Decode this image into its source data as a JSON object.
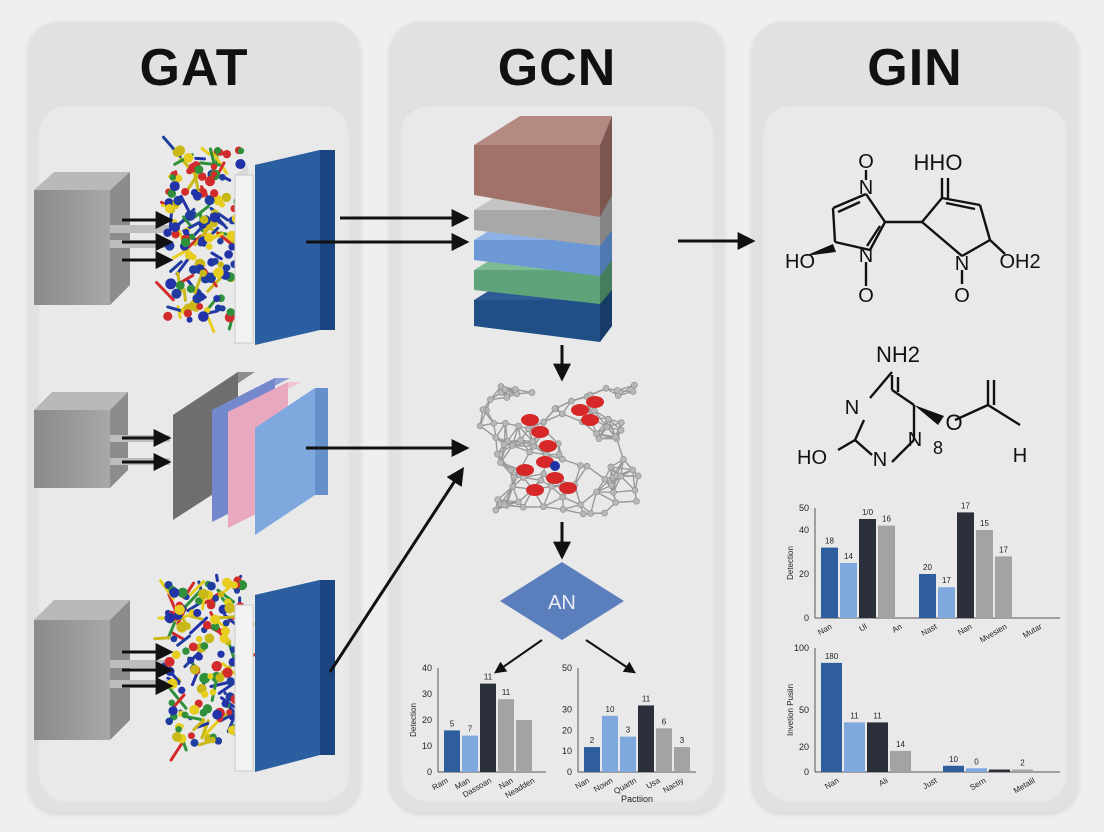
{
  "panels": {
    "gat": {
      "title": "GAT"
    },
    "gcn": {
      "title": "GCN"
    },
    "gin": {
      "title": "GIN"
    }
  },
  "gcn_node": {
    "label": "AN"
  },
  "molecule1": {
    "atoms": [
      "O",
      "HHO",
      "N",
      "HO",
      "N",
      "N",
      "OH2",
      "O",
      "O"
    ]
  },
  "molecule2": {
    "atoms": [
      "NH2",
      "N",
      "O",
      "HO",
      "N",
      "N",
      "8",
      "H"
    ]
  },
  "colors": {
    "dark_blue": "#2f5e9e",
    "light_blue": "#7fa8df",
    "near_black": "#2b2f3a",
    "gray": "#a3a3a3",
    "stack_brown": "#a0726a",
    "stack_green": "#5ea37a",
    "stack_blue": "#1f4f86"
  },
  "chart_data": [
    {
      "id": "gcn-left",
      "type": "bar",
      "ylabel": "Detection",
      "ylim": [
        0,
        40
      ],
      "yticks": [
        0,
        10,
        20,
        30,
        40
      ],
      "categories": [
        "Ram",
        "Man",
        "Dassoan",
        "Nan",
        "Neadden"
      ],
      "values": [
        16,
        14,
        34,
        28,
        20
      ],
      "bar_labels": [
        "5",
        "7",
        "11",
        "11",
        ""
      ],
      "bar_colors": [
        "#2f5e9e",
        "#7fa8df",
        "#2b2f3a",
        "#a3a3a3",
        "#a3a3a3"
      ],
      "xlabel": ""
    },
    {
      "id": "gcn-right",
      "type": "bar",
      "ylim": [
        0,
        50
      ],
      "yticks": [
        0,
        10,
        20,
        30,
        50
      ],
      "categories": [
        "Nan",
        "Nown",
        "Quartn",
        "Usa",
        "Nactiy"
      ],
      "values": [
        12,
        27,
        17,
        32,
        21,
        12
      ],
      "bar_labels": [
        "2",
        "10",
        "3",
        "11",
        "6",
        "3"
      ],
      "bar_colors": [
        "#2f5e9e",
        "#7fa8df",
        "#7fa8df",
        "#2b2f3a",
        "#a3a3a3",
        "#a3a3a3"
      ],
      "xlabel": "Pactiion"
    },
    {
      "id": "gin-top",
      "type": "bar",
      "ylabel": "Detection",
      "ylim": [
        0,
        50
      ],
      "yticks": [
        0,
        20,
        40,
        50
      ],
      "categories": [
        "Nan",
        "Ul",
        "An",
        "Nast",
        "Nan",
        "Mvesien",
        "Mutar"
      ],
      "values": [
        32,
        25,
        45,
        42,
        20,
        14,
        48,
        40,
        28
      ],
      "bar_labels": [
        "18",
        "14",
        "1/0",
        "16",
        "20",
        "17",
        "17",
        "15",
        "17"
      ],
      "bar_colors": [
        "#2f5e9e",
        "#7fa8df",
        "#2b2f3a",
        "#a3a3a3",
        "#2f5e9e",
        "#7fa8df",
        "#2b2f3a",
        "#a3a3a3",
        "#a3a3a3"
      ],
      "xlabel": ""
    },
    {
      "id": "gin-bottom",
      "type": "bar",
      "ylabel": "Invetion Pusiin",
      "ylim": [
        0,
        100
      ],
      "yticks": [
        0,
        20,
        50,
        100
      ],
      "categories": [
        "Nan",
        "Ali",
        "Just",
        "Sern",
        "Metalil"
      ],
      "values": [
        88,
        40,
        40,
        17,
        5,
        3,
        2,
        2
      ],
      "bar_labels": [
        "180",
        "11",
        "11",
        "14",
        "10",
        "0",
        "",
        "2"
      ],
      "bar_colors": [
        "#2f5e9e",
        "#7fa8df",
        "#2b2f3a",
        "#a3a3a3",
        "#2f5e9e",
        "#7fa8df",
        "#2b2f3a",
        "#a3a3a3"
      ],
      "xlabel": ""
    }
  ]
}
